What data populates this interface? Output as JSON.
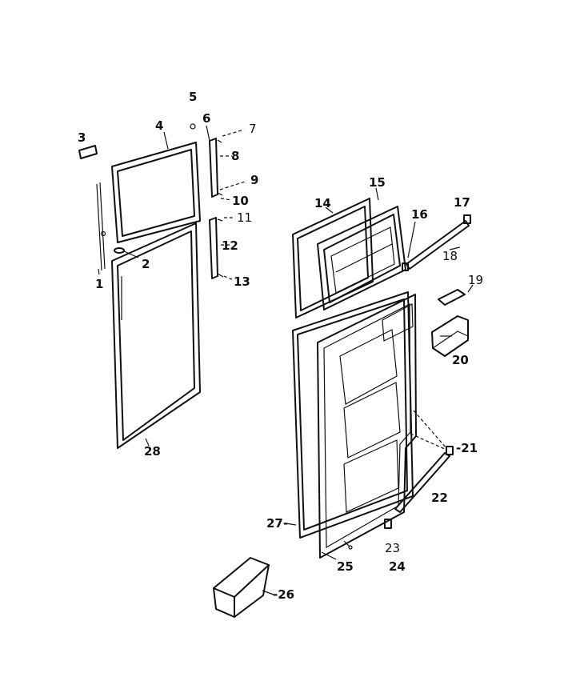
{
  "callouts": {
    "c1": "1",
    "c2": "2",
    "c3": "3",
    "c4": "4",
    "c5": "5",
    "c6": "6",
    "c7": "7",
    "c8": "8",
    "c9": "9",
    "c10": "10",
    "c11": "11",
    "c12": "12",
    "c13": "13",
    "c14": "14",
    "c15": "15",
    "c16": "16",
    "c17": "17",
    "c18": "18",
    "c19": "19",
    "c20": "20",
    "c21": "-21",
    "c22": "22",
    "c23": "23",
    "c24": "24",
    "c25": "25",
    "c26": "-26",
    "c27": "27-",
    "c28": "28"
  }
}
